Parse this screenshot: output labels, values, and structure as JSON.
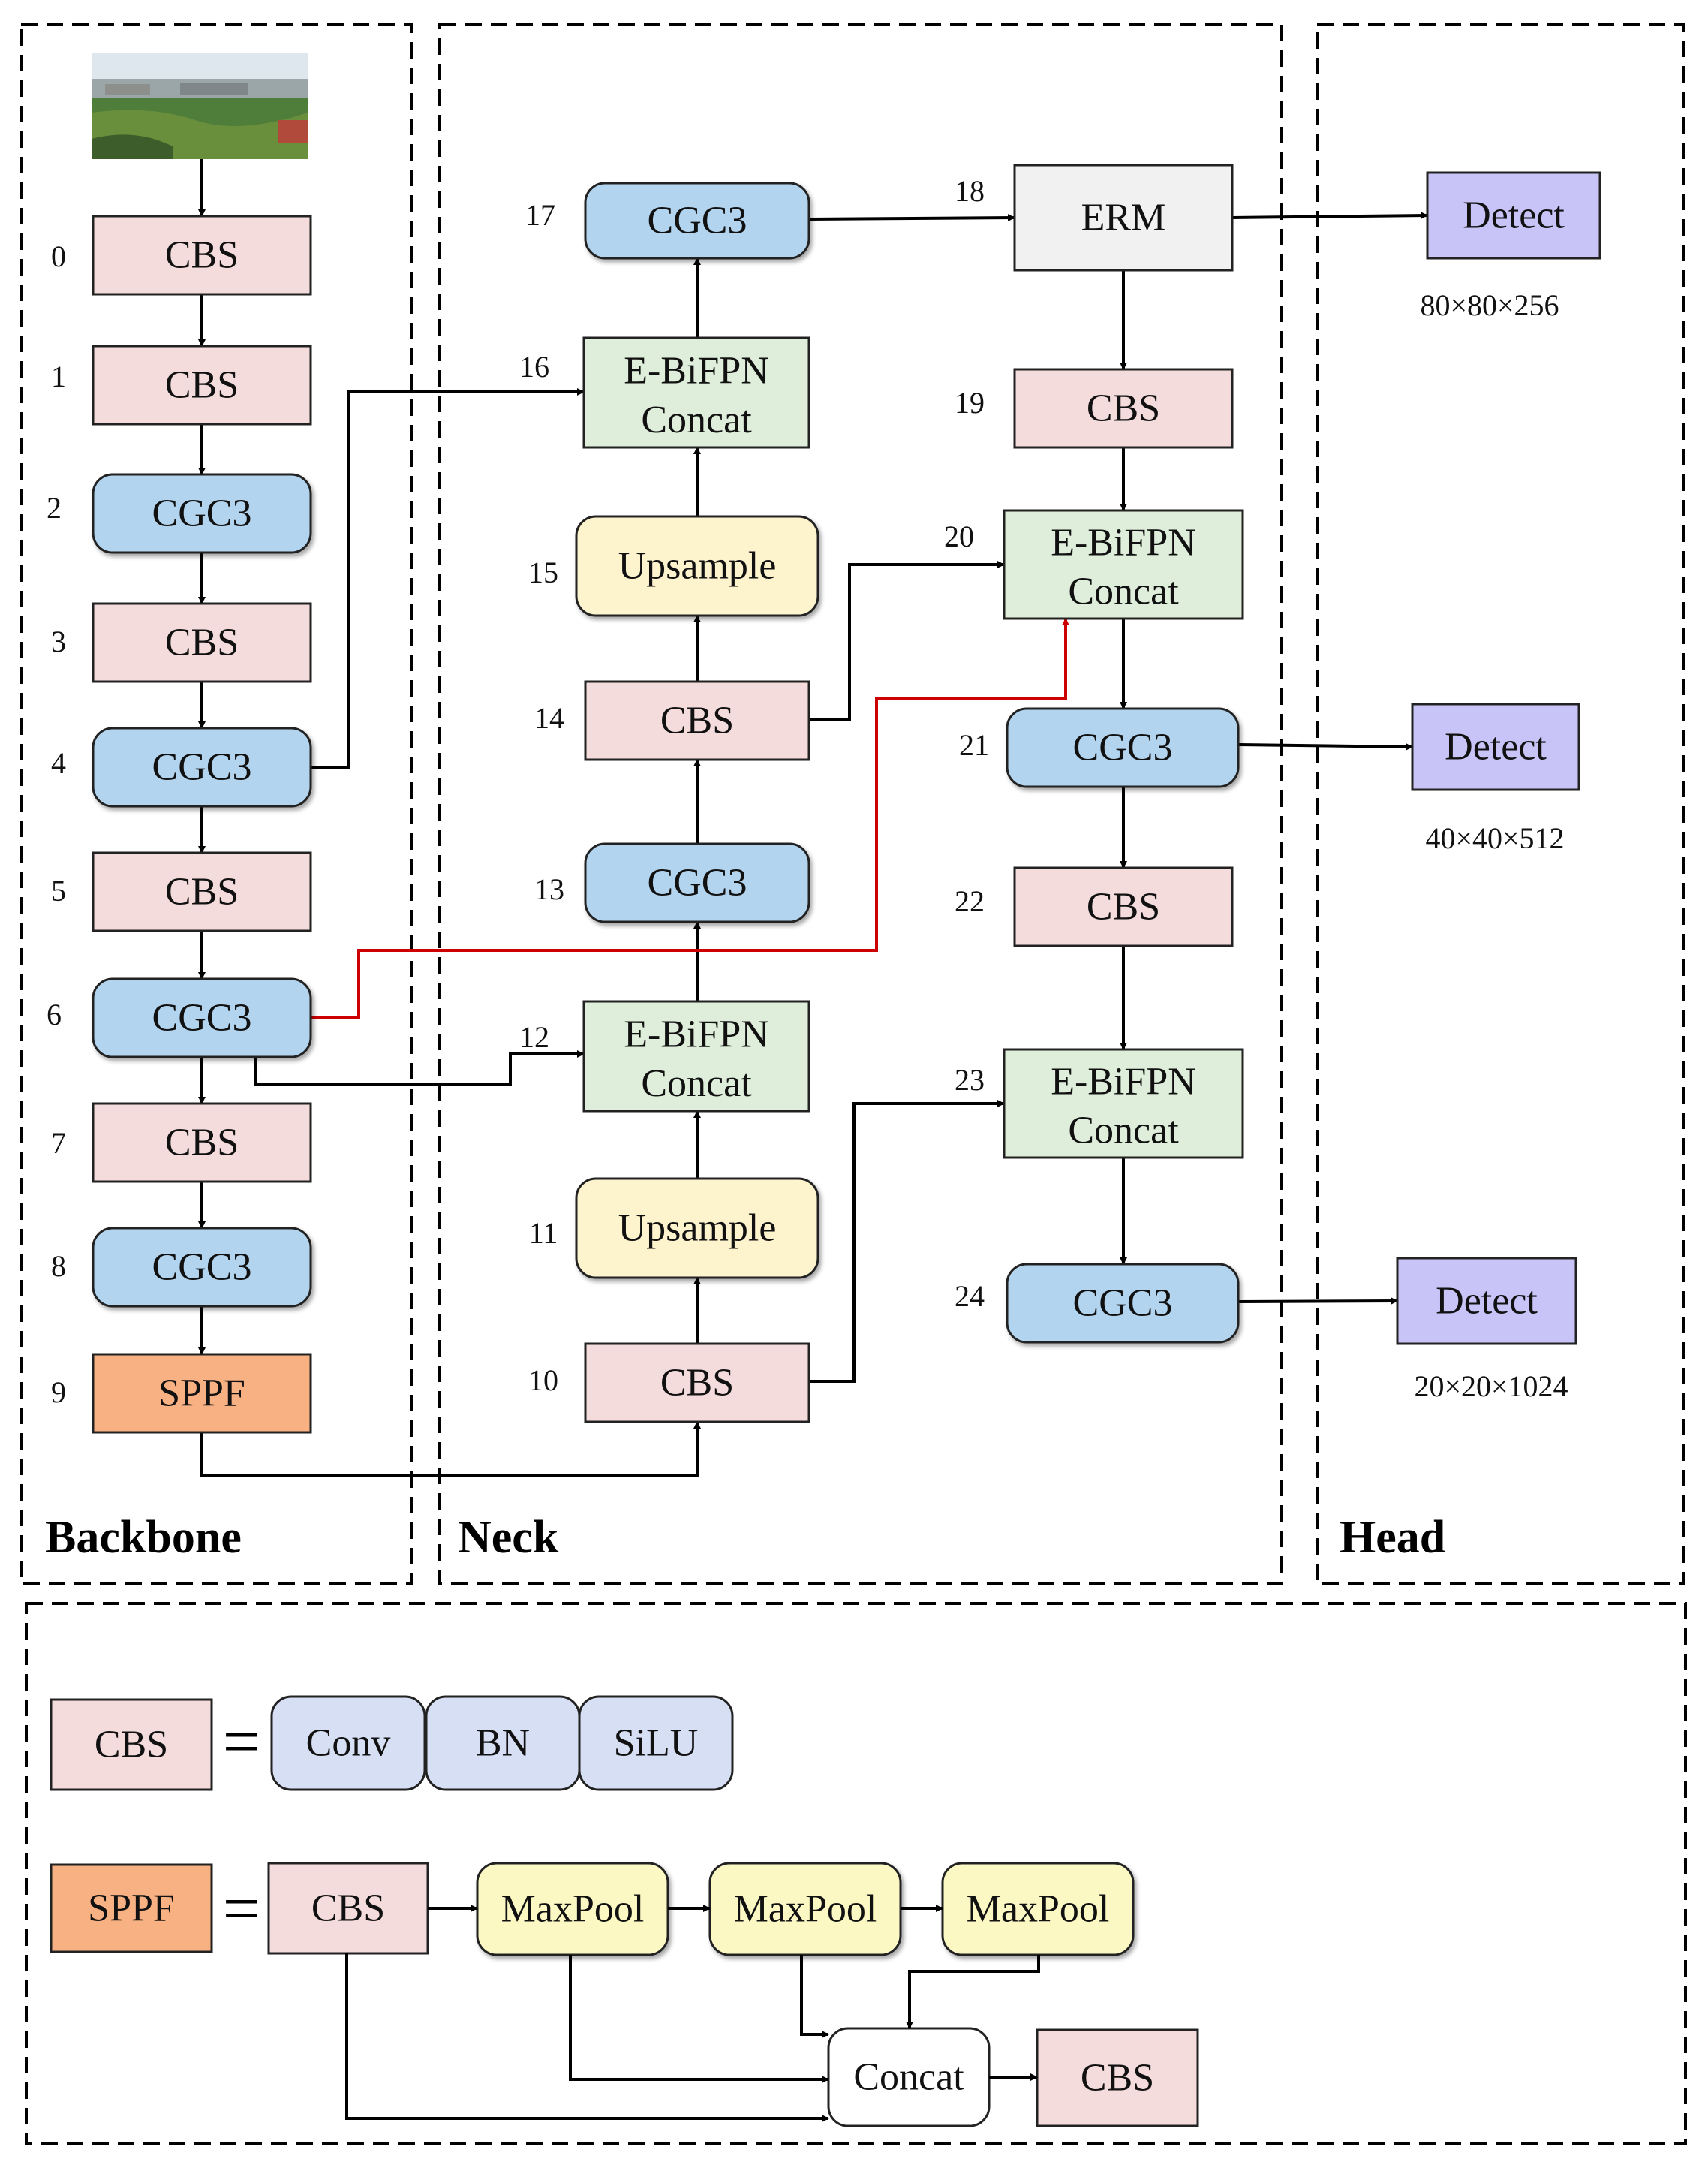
{
  "sections": {
    "backbone": "Backbone",
    "neck": "Neck",
    "head": "Head"
  },
  "input_image": {
    "icon": "landscape-photo"
  },
  "layers": [
    {
      "id": 0,
      "label": "CBS",
      "kind": "cbs"
    },
    {
      "id": 1,
      "label": "CBS",
      "kind": "cbs"
    },
    {
      "id": 2,
      "label": "CGC3",
      "kind": "cgc3"
    },
    {
      "id": 3,
      "label": "CBS",
      "kind": "cbs"
    },
    {
      "id": 4,
      "label": "CGC3",
      "kind": "cgc3"
    },
    {
      "id": 5,
      "label": "CBS",
      "kind": "cbs"
    },
    {
      "id": 6,
      "label": "CGC3",
      "kind": "cgc3"
    },
    {
      "id": 7,
      "label": "CBS",
      "kind": "cbs"
    },
    {
      "id": 8,
      "label": "CGC3",
      "kind": "cgc3"
    },
    {
      "id": 9,
      "label": "SPPF",
      "kind": "sppf"
    },
    {
      "id": 10,
      "label": "CBS",
      "kind": "cbs"
    },
    {
      "id": 11,
      "label": "Upsample",
      "kind": "upsample"
    },
    {
      "id": 12,
      "label": [
        "E-BiFPN",
        "Concat"
      ],
      "kind": "concat"
    },
    {
      "id": 13,
      "label": "CGC3",
      "kind": "cgc3"
    },
    {
      "id": 14,
      "label": "CBS",
      "kind": "cbs"
    },
    {
      "id": 15,
      "label": "Upsample",
      "kind": "upsample"
    },
    {
      "id": 16,
      "label": [
        "E-BiFPN",
        "Concat"
      ],
      "kind": "concat"
    },
    {
      "id": 17,
      "label": "CGC3",
      "kind": "cgc3"
    },
    {
      "id": 18,
      "label": "ERM",
      "kind": "erm"
    },
    {
      "id": 19,
      "label": "CBS",
      "kind": "cbs"
    },
    {
      "id": 20,
      "label": [
        "E-BiFPN",
        "Concat"
      ],
      "kind": "concat"
    },
    {
      "id": 21,
      "label": "CGC3",
      "kind": "cgc3"
    },
    {
      "id": 22,
      "label": "CBS",
      "kind": "cbs"
    },
    {
      "id": 23,
      "label": [
        "E-BiFPN",
        "Concat"
      ],
      "kind": "concat"
    },
    {
      "id": 24,
      "label": "CGC3",
      "kind": "cgc3"
    }
  ],
  "detects": [
    {
      "label": "Detect",
      "dims": "80×80×256"
    },
    {
      "label": "Detect",
      "dims": "40×40×512"
    },
    {
      "label": "Detect",
      "dims": "20×20×1024"
    }
  ],
  "legend": {
    "cbs": {
      "label": "CBS",
      "equals": "=",
      "parts": [
        "Conv",
        "BN",
        "SiLU"
      ]
    },
    "sppf": {
      "label": "SPPF",
      "equals": "=",
      "first": "CBS",
      "pools": [
        "MaxPool",
        "MaxPool",
        "MaxPool"
      ],
      "concat": "Concat",
      "last": "CBS"
    }
  },
  "colors": {
    "cbs": "#f5dcdc",
    "cgc3": "#b3d4ee",
    "sppf": "#f8b183",
    "upsample": "#fdf3cd",
    "concat": "#deeedb",
    "erm": "#f1f1f1",
    "detect": "#c9c4f8",
    "conv": "#d6dff3",
    "maxpool": "#fbf8c4",
    "concat_plain": "#ffffff",
    "skip_red": "#cc0000"
  }
}
